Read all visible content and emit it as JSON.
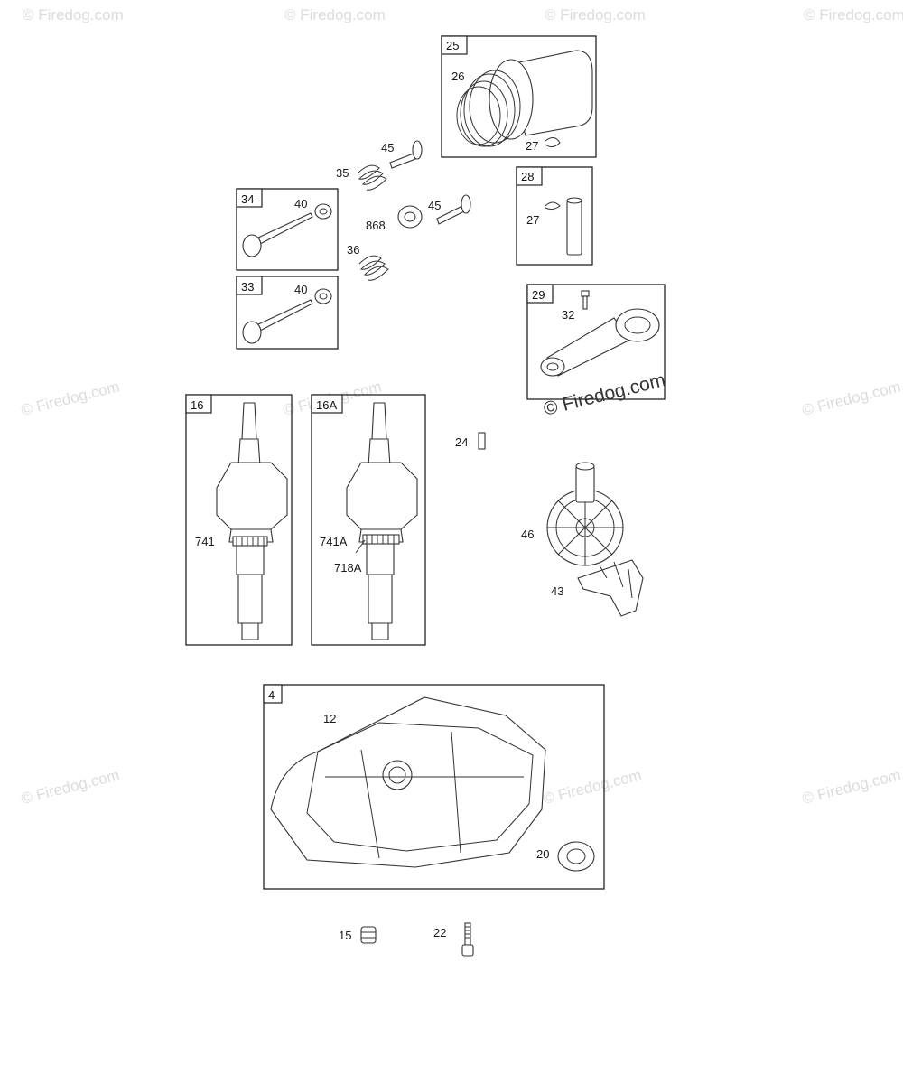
{
  "watermark": "© Firedog.com",
  "boxes": {
    "b25": "25",
    "b28": "28",
    "b34": "34",
    "b33": "33",
    "b29": "29",
    "b16": "16",
    "b16a": "16A",
    "b4": "4"
  },
  "labels": {
    "l26": "26",
    "l27a": "27",
    "l45a": "45",
    "l35": "35",
    "l27b": "27",
    "l40a": "40",
    "l868": "868",
    "l45b": "45",
    "l36": "36",
    "l40b": "40",
    "l32": "32",
    "l24": "24",
    "l741": "741",
    "l741a": "741A",
    "l718a": "718A",
    "l46": "46",
    "l43": "43",
    "l12": "12",
    "l20": "20",
    "l15": "15",
    "l22": "22"
  }
}
